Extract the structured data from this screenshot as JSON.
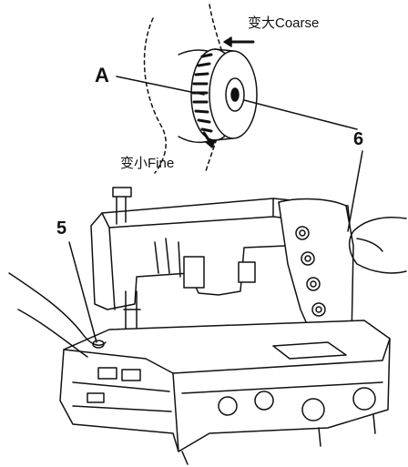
{
  "labels": {
    "callout_a": "A",
    "callout_5": "5",
    "callout_6": "6",
    "coarse": "变大Coarse",
    "fine": "变小Fine"
  },
  "icons": {
    "dial": "stitch-length-dial-icon",
    "machine": "sewing-machine-icon"
  },
  "colors": {
    "ink": "#111111",
    "background": "#ffffff"
  }
}
